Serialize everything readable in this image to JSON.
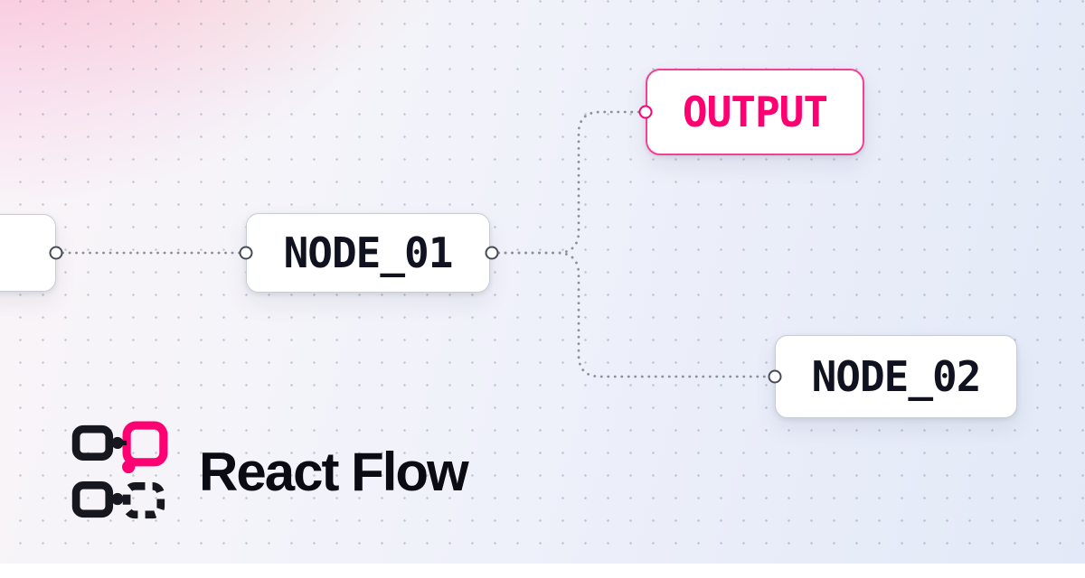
{
  "flow": {
    "nodes": [
      {
        "id": "input-partial",
        "label": "",
        "type": "partial-offscreen"
      },
      {
        "id": "node-01",
        "label": "NODE_01",
        "type": "default"
      },
      {
        "id": "output",
        "label": "OUTPUT",
        "type": "accent-output"
      },
      {
        "id": "node-02",
        "label": "NODE_02",
        "type": "default"
      }
    ],
    "edges": [
      {
        "id": "edge-input-node01",
        "from": "input-partial",
        "to": "node-01",
        "style": "dotted"
      },
      {
        "id": "edge-node01-output",
        "from": "node-01",
        "to": "output",
        "style": "dotted"
      },
      {
        "id": "edge-node01-node02",
        "from": "node-01",
        "to": "node-02",
        "style": "dotted"
      }
    ]
  },
  "brand": {
    "name": "React Flow"
  },
  "colors": {
    "accent_pink": "#ff0072",
    "accent_pink_border": "#f43f99",
    "node_text": "#10131f",
    "node_border": "#c7ccd6",
    "edge": "#8b909b",
    "handle_border": "#474b57",
    "brand_text": "#0b0b14"
  }
}
